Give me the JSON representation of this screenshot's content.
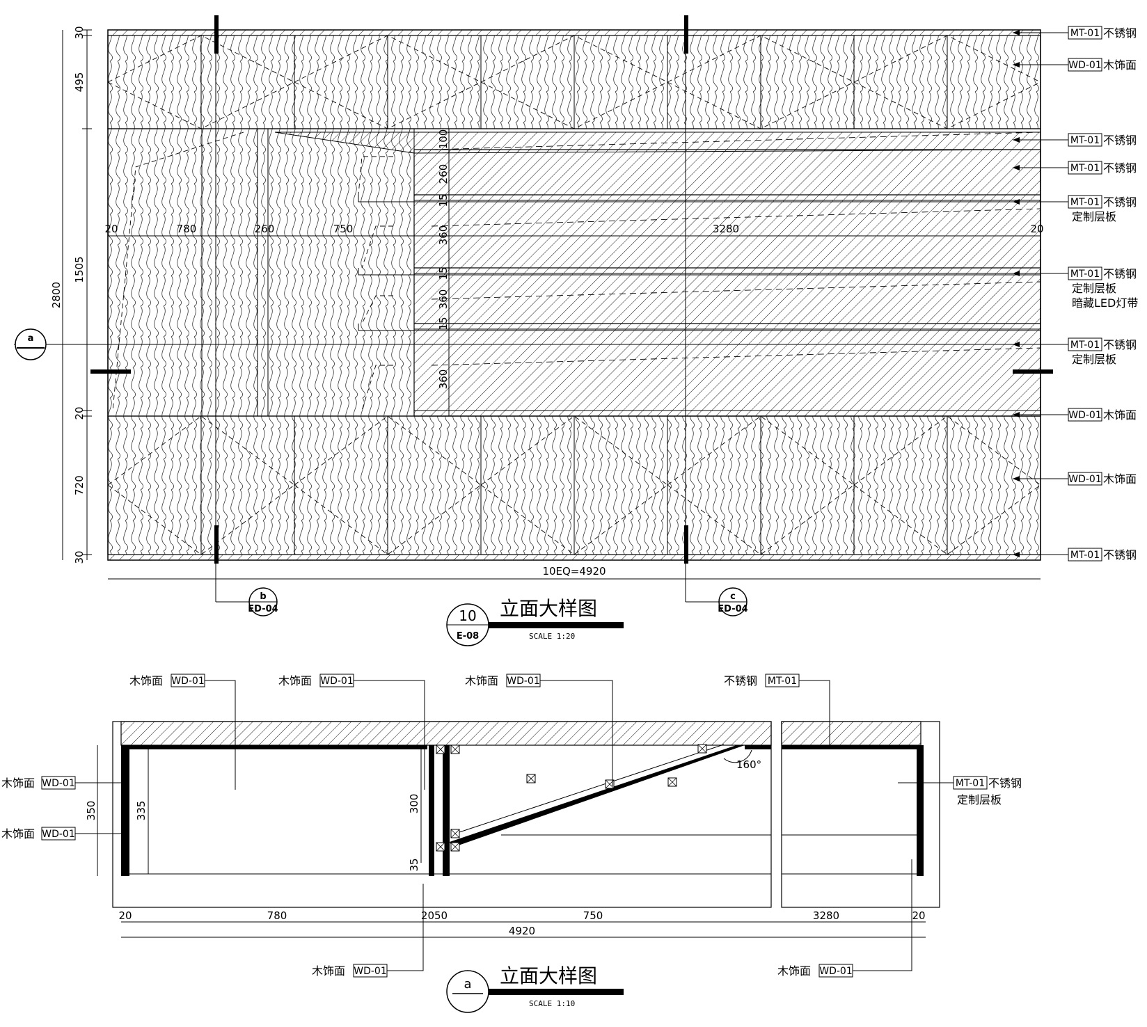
{
  "elevation": {
    "callouts": [
      {
        "code": "MT-01",
        "text": "不锈钢",
        "sub": []
      },
      {
        "code": "WD-01",
        "text": "木饰面",
        "sub": []
      },
      {
        "code": "MT-01",
        "text": "不锈钢",
        "sub": []
      },
      {
        "code": "MT-01",
        "text": "不锈钢",
        "sub": []
      },
      {
        "code": "MT-01",
        "text": "不锈钢",
        "sub": [
          "定制层板"
        ]
      },
      {
        "code": "MT-01",
        "text": "不锈钢",
        "sub": [
          "定制层板",
          "暗藏LED灯带"
        ]
      },
      {
        "code": "MT-01",
        "text": "不锈钢",
        "sub": [
          "定制层板"
        ]
      },
      {
        "code": "WD-01",
        "text": "木饰面",
        "sub": []
      },
      {
        "code": "WD-01",
        "text": "木饰面",
        "sub": []
      },
      {
        "code": "MT-01",
        "text": "不锈钢",
        "sub": []
      }
    ],
    "left_dims": [
      "30",
      "495",
      "1505",
      "20",
      "720",
      "30"
    ],
    "total_height": "2800",
    "horizontal_dims": [
      "20",
      "780",
      "260",
      "750",
      "3280",
      "20"
    ],
    "shelf_dims": [
      "100",
      "260",
      "15",
      "360",
      "15",
      "360",
      "15",
      "360"
    ],
    "bottom_dim": "10EQ=4920",
    "section_marks": [
      {
        "letter": "b",
        "ref": "ED-04"
      },
      {
        "letter": "c",
        "ref": "ED-04"
      },
      {
        "letter": "a",
        "ref": ""
      }
    ],
    "title": {
      "number": "10",
      "ref": "E-08",
      "name": "立面大样图",
      "scale": "SCALE 1:20"
    }
  },
  "section": {
    "callouts_top": [
      {
        "text": "木饰面",
        "code": "WD-01"
      },
      {
        "text": "木饰面",
        "code": "WD-01"
      },
      {
        "text": "木饰面",
        "code": "WD-01"
      },
      {
        "text": "不锈钢",
        "code": "MT-01"
      }
    ],
    "callouts_left": [
      {
        "text": "木饰面",
        "code": "WD-01"
      },
      {
        "text": "木饰面",
        "code": "WD-01"
      }
    ],
    "callout_right": {
      "code": "MT-01",
      "text": "不锈钢",
      "sub": "定制层板"
    },
    "callouts_bottom": [
      {
        "text": "木饰面",
        "code": "WD-01"
      },
      {
        "text": "木饰面",
        "code": "WD-01"
      }
    ],
    "vert_dims": [
      "350",
      "335",
      "300",
      "35"
    ],
    "angle": "160°",
    "bottom_dims": [
      "20",
      "780",
      "2050",
      "750",
      "3280",
      "20"
    ],
    "total_width": "4920",
    "title": {
      "letter": "a",
      "name": "立面大样图",
      "scale": "SCALE 1:10"
    }
  }
}
